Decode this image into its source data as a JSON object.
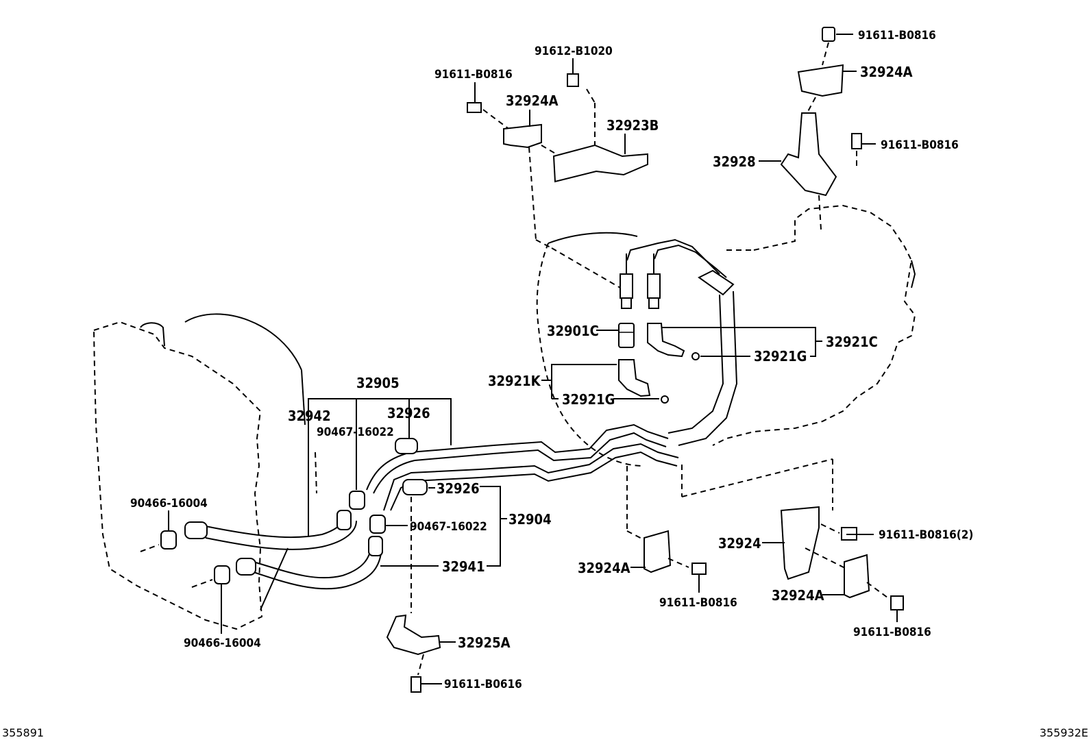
{
  "parts": {
    "p32905": "32905",
    "p32942": "32942",
    "p32926_top": "32926",
    "p90467_top": "90467-16022",
    "p32926_mid": "32926",
    "p32904": "32904",
    "p90467_mid": "90467-16022",
    "p32941": "32941",
    "p90466_top": "90466-16004",
    "p90466_bot": "90466-16004",
    "p32925A": "32925A",
    "p91611_B0616": "91611-B0616",
    "p32901C": "32901C",
    "p32921K": "32921K",
    "p32921G_left": "32921G",
    "p32921G_right": "32921G",
    "p32921C": "32921C",
    "p91611_left": "91611-B0816",
    "p91612": "91612-B1020",
    "p32924A_left": "32924A",
    "p32923B": "32923B",
    "p91611_topright": "91611-B0816",
    "p32924A_topright": "32924A",
    "p91611_right": "91611-B0816",
    "p32928": "32928",
    "p32924": "32924",
    "p91611_x2": "91611-B0816(2)",
    "p32924A_bot": "32924A",
    "p91611_bot": "91611-B0816",
    "p32924A_br": "32924A",
    "p91611_br": "91611-B0816"
  },
  "footer": {
    "left_code": "355891",
    "right_code": "355932E"
  }
}
